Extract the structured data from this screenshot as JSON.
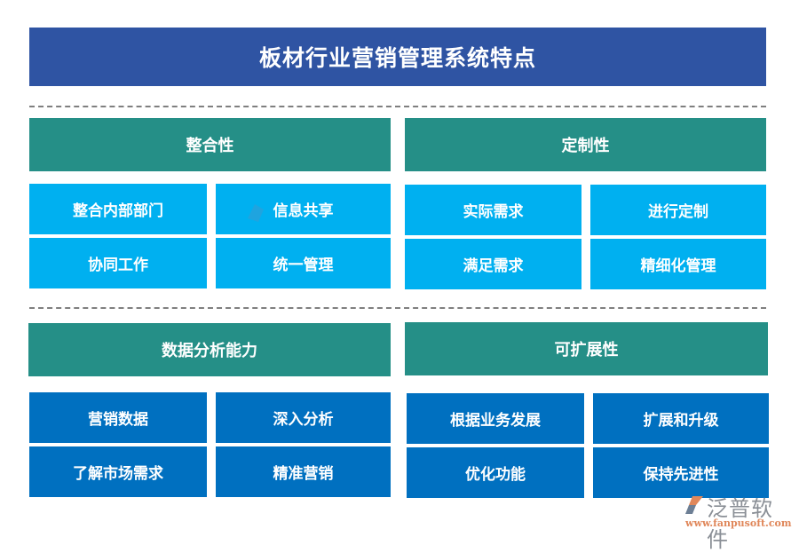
{
  "title": "板材行业营销管理系统特点",
  "sections": [
    {
      "header": "整合性",
      "items": [
        "整合内部部门",
        "信息共享",
        "协同工作",
        "统一管理"
      ]
    },
    {
      "header": "定制性",
      "items": [
        "实际需求",
        "进行定制",
        "满足需求",
        "精细化管理"
      ]
    },
    {
      "header": "数据分析能力",
      "items": [
        "营销数据",
        "深入分析",
        "了解市场需求",
        "精准营销"
      ]
    },
    {
      "header": "可扩展性",
      "items": [
        "根据业务发展",
        "扩展和升级",
        "优化功能",
        "保持先进性"
      ]
    }
  ],
  "watermark": {
    "brand": "泛普软件",
    "url": "www.fanpusoft.com"
  },
  "colors": {
    "title_bg": "#2f54a3",
    "header_bg": "#258f87",
    "top_items_bg": "#00b0f0",
    "bottom_items_bg": "#0070c0",
    "divider": "#7f7f7f"
  }
}
